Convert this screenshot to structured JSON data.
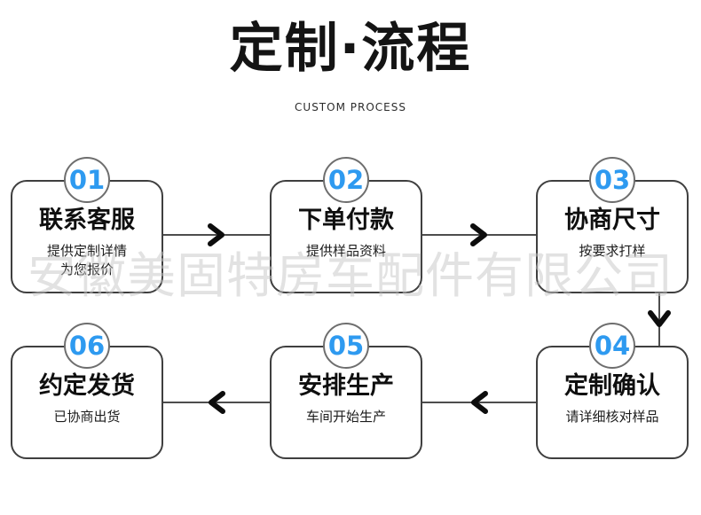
{
  "header": {
    "title": "定制·流程",
    "subtitle": "CUSTOM PROCESS"
  },
  "watermark": "安徽美固特房车配件有限公司",
  "steps": [
    {
      "number": "01",
      "title": "联系客服",
      "desc_lines": [
        "提供定制详情",
        "为您报价"
      ]
    },
    {
      "number": "02",
      "title": "下单付款",
      "desc_lines": [
        "提供样品资料"
      ]
    },
    {
      "number": "03",
      "title": "协商尺寸",
      "desc_lines": [
        "按要求打样"
      ]
    },
    {
      "number": "04",
      "title": "定制确认",
      "desc_lines": [
        "请详细核对样品"
      ]
    },
    {
      "number": "05",
      "title": "安排生产",
      "desc_lines": [
        "车间开始生产"
      ]
    },
    {
      "number": "06",
      "title": "约定发货",
      "desc_lines": [
        "已协商出货"
      ]
    }
  ],
  "flow": {
    "arrows": [
      "step1-to-step2-right",
      "step2-to-step3-right",
      "step3-to-step4-down",
      "step4-to-step5-left",
      "step5-to-step6-left"
    ]
  },
  "colors": {
    "accent_blue": "#2e9af0",
    "box_border": "#3f3f3f",
    "circle_border": "#6e6e6e",
    "arrow_line": "#4d4d4d",
    "arrow_head": "#0d0d0d",
    "watermark_gray": "#c6c6c6"
  }
}
